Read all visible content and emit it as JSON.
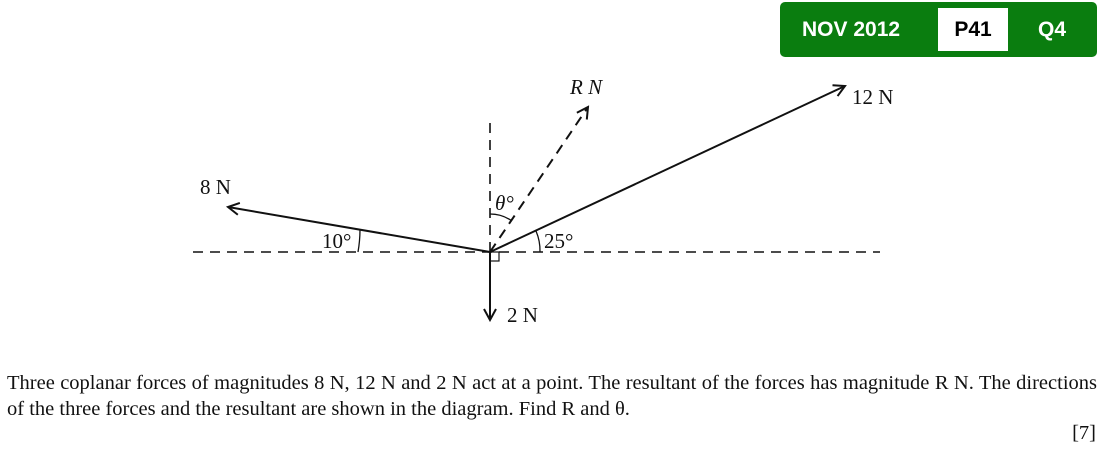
{
  "badge": {
    "session": "NOV 2012",
    "paper": "P41",
    "question": "Q4",
    "color": "#0a7d0f"
  },
  "diagram": {
    "force_8": "8 N",
    "force_12": "12 N",
    "force_2": "2 N",
    "resultant": "R N",
    "angle_8": "10°",
    "angle_12": "25°",
    "angle_theta": "θ°"
  },
  "question": {
    "text": "Three coplanar forces of magnitudes 8 N, 12 N and 2 N act at a point. The resultant of the forces has magnitude R N. The directions of the three forces and the resultant are shown in the diagram. Find R and θ.",
    "marks": "[7]"
  }
}
